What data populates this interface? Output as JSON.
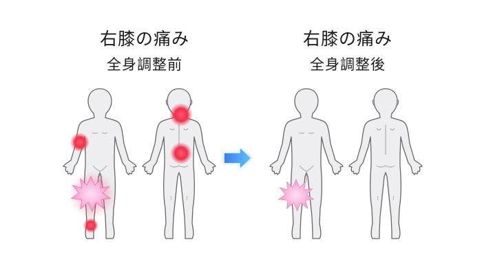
{
  "before": {
    "title_line1": "右膝の痛み",
    "title_line2": "全身調整前",
    "pain_points_front": [
      "right-upper-arm",
      "right-knee (starburst)",
      "right-shin"
    ],
    "pain_points_back": [
      "neck",
      "lower-back"
    ]
  },
  "after": {
    "title_line1": "右膝の痛み",
    "title_line2": "全身調整後",
    "pain_points_front": [
      "right-knee (starburst, reduced)"
    ],
    "pain_points_back": []
  },
  "arrow": {
    "icon": "right-arrow-icon",
    "color": "#3a8ff0"
  },
  "colors": {
    "body_fill": "#eeeef0",
    "body_stroke": "#666666",
    "pain_red": "#f0304a",
    "starburst_pink": "#f7a8d8"
  }
}
